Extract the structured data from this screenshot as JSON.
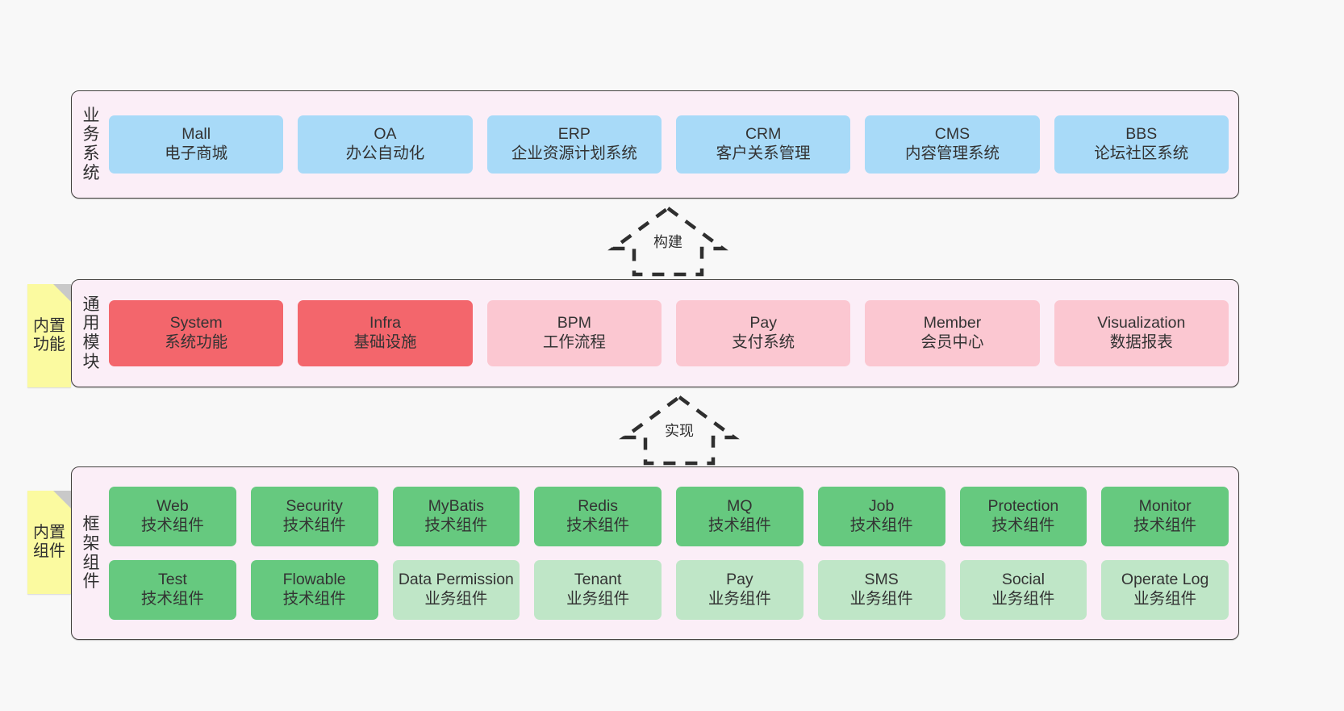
{
  "diagram": {
    "background_color": "#f8f8f8",
    "layer_fill": "#fbeef7",
    "layer_border": "#43413f"
  },
  "notes": [
    {
      "id": "note-builtin-features",
      "text": "内置功能",
      "color": "#fbfaa0"
    },
    {
      "id": "note-builtin-components",
      "text": "内置组件",
      "color": "#fbfaa0"
    }
  ],
  "connectors": [
    {
      "id": "connector-build",
      "label": "构建",
      "style": "dashed-hollow-arrow-up"
    },
    {
      "id": "connector-implement",
      "label": "实现",
      "style": "dashed-hollow-arrow-up"
    }
  ],
  "layers": [
    {
      "id": "business-systems",
      "title": "业务系统",
      "rows": [
        {
          "cards": [
            {
              "name": "Mall",
              "sub": "电子商城",
              "color": "#a8daf8",
              "variant": "blue"
            },
            {
              "name": "OA",
              "sub": "办公自动化",
              "color": "#a8daf8",
              "variant": "blue"
            },
            {
              "name": "ERP",
              "sub": "企业资源计划系统",
              "color": "#a8daf8",
              "variant": "blue"
            },
            {
              "name": "CRM",
              "sub": "客户关系管理",
              "color": "#a8daf8",
              "variant": "blue"
            },
            {
              "name": "CMS",
              "sub": "内容管理系统",
              "color": "#a8daf8",
              "variant": "blue"
            },
            {
              "name": "BBS",
              "sub": "论坛社区系统",
              "color": "#a8daf8",
              "variant": "blue"
            }
          ]
        }
      ]
    },
    {
      "id": "common-modules",
      "title": "通用模块",
      "rows": [
        {
          "cards": [
            {
              "name": "System",
              "sub": "系统功能",
              "color": "#f3666c",
              "variant": "red"
            },
            {
              "name": "Infra",
              "sub": "基础设施",
              "color": "#f3666c",
              "variant": "red"
            },
            {
              "name": "BPM",
              "sub": "工作流程",
              "color": "#fbc7d1",
              "variant": "pink"
            },
            {
              "name": "Pay",
              "sub": "支付系统",
              "color": "#fbc7d1",
              "variant": "pink"
            },
            {
              "name": "Member",
              "sub": "会员中心",
              "color": "#fbc7d1",
              "variant": "pink"
            },
            {
              "name": "Visualization",
              "sub": "数据报表",
              "color": "#fbc7d1",
              "variant": "pink"
            }
          ]
        }
      ]
    },
    {
      "id": "framework-components",
      "title": "框架组件",
      "rows": [
        {
          "cards": [
            {
              "name": "Web",
              "sub": "技术组件",
              "color": "#66c97f",
              "variant": "green"
            },
            {
              "name": "Security",
              "sub": "技术组件",
              "color": "#66c97f",
              "variant": "green"
            },
            {
              "name": "MyBatis",
              "sub": "技术组件",
              "color": "#66c97f",
              "variant": "green"
            },
            {
              "name": "Redis",
              "sub": "技术组件",
              "color": "#66c97f",
              "variant": "green"
            },
            {
              "name": "MQ",
              "sub": "技术组件",
              "color": "#66c97f",
              "variant": "green"
            },
            {
              "name": "Job",
              "sub": "技术组件",
              "color": "#66c97f",
              "variant": "green"
            },
            {
              "name": "Protection",
              "sub": "技术组件",
              "color": "#66c97f",
              "variant": "green"
            },
            {
              "name": "Monitor",
              "sub": "技术组件",
              "color": "#66c97f",
              "variant": "green"
            }
          ]
        },
        {
          "cards": [
            {
              "name": "Test",
              "sub": "技术组件",
              "color": "#66c97f",
              "variant": "green"
            },
            {
              "name": "Flowable",
              "sub": "技术组件",
              "color": "#66c97f",
              "variant": "green"
            },
            {
              "name": "Data Permission",
              "sub": "业务组件",
              "color": "#bfe6c7",
              "variant": "lgreen"
            },
            {
              "name": "Tenant",
              "sub": "业务组件",
              "color": "#bfe6c7",
              "variant": "lgreen"
            },
            {
              "name": "Pay",
              "sub": "业务组件",
              "color": "#bfe6c7",
              "variant": "lgreen"
            },
            {
              "name": "SMS",
              "sub": "业务组件",
              "color": "#bfe6c7",
              "variant": "lgreen"
            },
            {
              "name": "Social",
              "sub": "业务组件",
              "color": "#bfe6c7",
              "variant": "lgreen"
            },
            {
              "name": "Operate Log",
              "sub": "业务组件",
              "color": "#bfe6c7",
              "variant": "lgreen"
            }
          ]
        }
      ]
    }
  ]
}
